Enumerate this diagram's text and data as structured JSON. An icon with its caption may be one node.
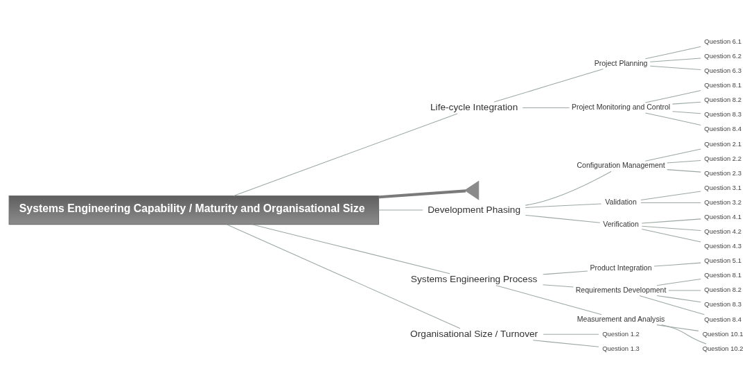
{
  "diagram": {
    "nodes": [
      {
        "text": [
          "Organisational Size / Turnover"
        ]
      },
      {
        "text": [
          "Question 1.2"
        ]
      },
      {
        "text": [
          "Question 1.3"
        ]
      },
      {
        "text": [
          "Life-cycle Integration"
        ]
      },
      {
        "text": [
          "Project Planning"
        ]
      },
      {
        "text": [
          "Question 6.1"
        ]
      },
      {
        "text": [
          "Question 6.2"
        ]
      },
      {
        "text": [
          "Question 6.3"
        ]
      },
      {
        "text": [
          "Project Monitoring and Control"
        ]
      },
      {
        "text": [
          "Question 8.1"
        ]
      },
      {
        "text": [
          "Question 8.2"
        ]
      },
      {
        "text": [
          "Question 8.3"
        ]
      },
      {
        "text": [
          "Question 8.4"
        ]
      },
      {
        "text": [],
        "shape": "triangle"
      },
      {
        "text": [
          "Systems Engineering Capability / Maturity and Organisational Size"
        ]
      },
      {
        "text": [
          "Development Phasing"
        ]
      },
      {
        "text": [
          "Configuration Management"
        ]
      },
      {
        "text": [
          "Question 2.1"
        ]
      },
      {
        "text": [
          "Question 2.2"
        ]
      },
      {
        "text": [
          "Question 2.3"
        ]
      },
      {
        "text": [
          "Validation"
        ]
      },
      {
        "text": [
          "Question 3.1"
        ]
      },
      {
        "text": [
          "Question 3.2"
        ]
      },
      {
        "text": [
          "Verification"
        ]
      },
      {
        "text": [
          "Question 4.1"
        ]
      },
      {
        "text": [
          "Question 4.2"
        ]
      },
      {
        "text": [
          "Question 4.3"
        ]
      },
      {
        "text": [
          "Systems Engineering Process"
        ]
      },
      {
        "text": [
          "Product Integration"
        ]
      },
      {
        "text": [
          "Question 5.1"
        ]
      },
      {
        "text": [
          "Requirements Development"
        ]
      },
      {
        "text": [
          "Question 8.1"
        ]
      },
      {
        "text": [
          "Question 8.2"
        ]
      },
      {
        "text": [
          "Question 8.3"
        ]
      },
      {
        "text": [
          "Question 8.4"
        ]
      },
      {
        "text": [
          "Measurement and Analysis"
        ]
      },
      {
        "text": [
          "Question 10.1"
        ]
      },
      {
        "text": [
          "Question 10.2"
        ]
      }
    ],
    "edges": [
      {
        "from": 13,
        "to": 14,
        "arrow": "none",
        "style": "thick"
      },
      {
        "from": 0,
        "to": 14,
        "arrow": "none"
      },
      {
        "from": 1,
        "to": 0,
        "arrow": "none"
      },
      {
        "from": 2,
        "to": 0,
        "arrow": "none"
      },
      {
        "from": 3,
        "to": 14,
        "arrow": "none"
      },
      {
        "from": 4,
        "to": 3,
        "arrow": "none"
      },
      {
        "from": 5,
        "to": 4,
        "arrow": "none"
      },
      {
        "from": 6,
        "to": 4,
        "arrow": "none"
      },
      {
        "from": 7,
        "to": 4,
        "arrow": "none"
      },
      {
        "from": 8,
        "to": 3,
        "arrow": "none"
      },
      {
        "from": 9,
        "to": 8,
        "arrow": "none"
      },
      {
        "from": 10,
        "to": 8,
        "arrow": "none"
      },
      {
        "from": 11,
        "to": 8,
        "arrow": "none"
      },
      {
        "from": 12,
        "to": 8,
        "arrow": "none"
      },
      {
        "from": 15,
        "to": 14,
        "arrow": "none"
      },
      {
        "from": 16,
        "to": 15,
        "arrow": "none"
      },
      {
        "from": 17,
        "to": 16,
        "arrow": "none"
      },
      {
        "from": 18,
        "to": 16,
        "arrow": "none"
      },
      {
        "from": 19,
        "to": 16,
        "arrow": "none"
      },
      {
        "from": 20,
        "to": 15,
        "arrow": "none"
      },
      {
        "from": 21,
        "to": 20,
        "arrow": "none"
      },
      {
        "from": 22,
        "to": 20,
        "arrow": "none"
      },
      {
        "from": 23,
        "to": 15,
        "arrow": "none"
      },
      {
        "from": 24,
        "to": 23,
        "arrow": "none"
      },
      {
        "from": 25,
        "to": 23,
        "arrow": "none"
      },
      {
        "from": 26,
        "to": 23,
        "arrow": "none"
      },
      {
        "from": 27,
        "to": 14,
        "arrow": "none"
      },
      {
        "from": 28,
        "to": 27,
        "arrow": "none"
      },
      {
        "from": 29,
        "to": 28,
        "arrow": "none"
      },
      {
        "from": 30,
        "to": 27,
        "arrow": "none"
      },
      {
        "from": 31,
        "to": 30,
        "arrow": "none"
      },
      {
        "from": 32,
        "to": 30,
        "arrow": "none"
      },
      {
        "from": 33,
        "to": 30,
        "arrow": "none"
      },
      {
        "from": 34,
        "to": 30,
        "arrow": "none"
      },
      {
        "from": 35,
        "to": 27,
        "arrow": "none"
      },
      {
        "from": 36,
        "to": 35,
        "arrow": "none"
      },
      {
        "from": 37,
        "to": 35,
        "arrow": "none"
      }
    ]
  }
}
